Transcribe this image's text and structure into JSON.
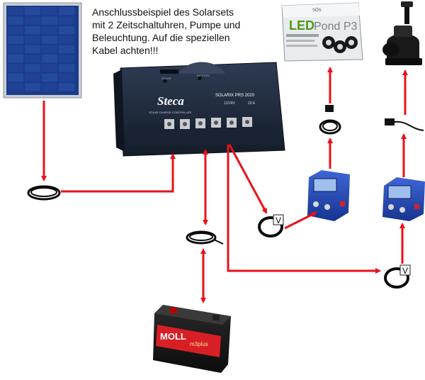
{
  "caption": {
    "line1": "Anschlussbeispiel des Solarsets",
    "line2": "mit 2 Zeitschaltuhren, Pumpe und",
    "line3": "Beleuchtung. Auf die speziellen",
    "line4": "Kabel  achten!!!"
  },
  "controller": {
    "brand": "Steca",
    "model": "SOLARIX PRS 2020",
    "subtitle": "SOLAR CHARGE CONTROLLER",
    "voltage": "12/24V",
    "current": "20 A",
    "label_pv": "SOLAR",
    "label_battery": "BATTERY"
  },
  "led_box": {
    "brand": "SÖS",
    "name_led": "LED",
    "name_pond": "Pond P3"
  },
  "battery": {
    "brand": "MOLL",
    "subbrand": "m3plus"
  },
  "timer": {
    "badge": "V"
  },
  "colors": {
    "arrow": "#e8111a",
    "panel_cell": "#1c3c8a",
    "panel_frame": "#c9ced6",
    "controller_body": "#1e2a3c",
    "timer_blue": "#1e45b8",
    "battery_red": "#d81f26",
    "cable": "#0a0a0a"
  }
}
